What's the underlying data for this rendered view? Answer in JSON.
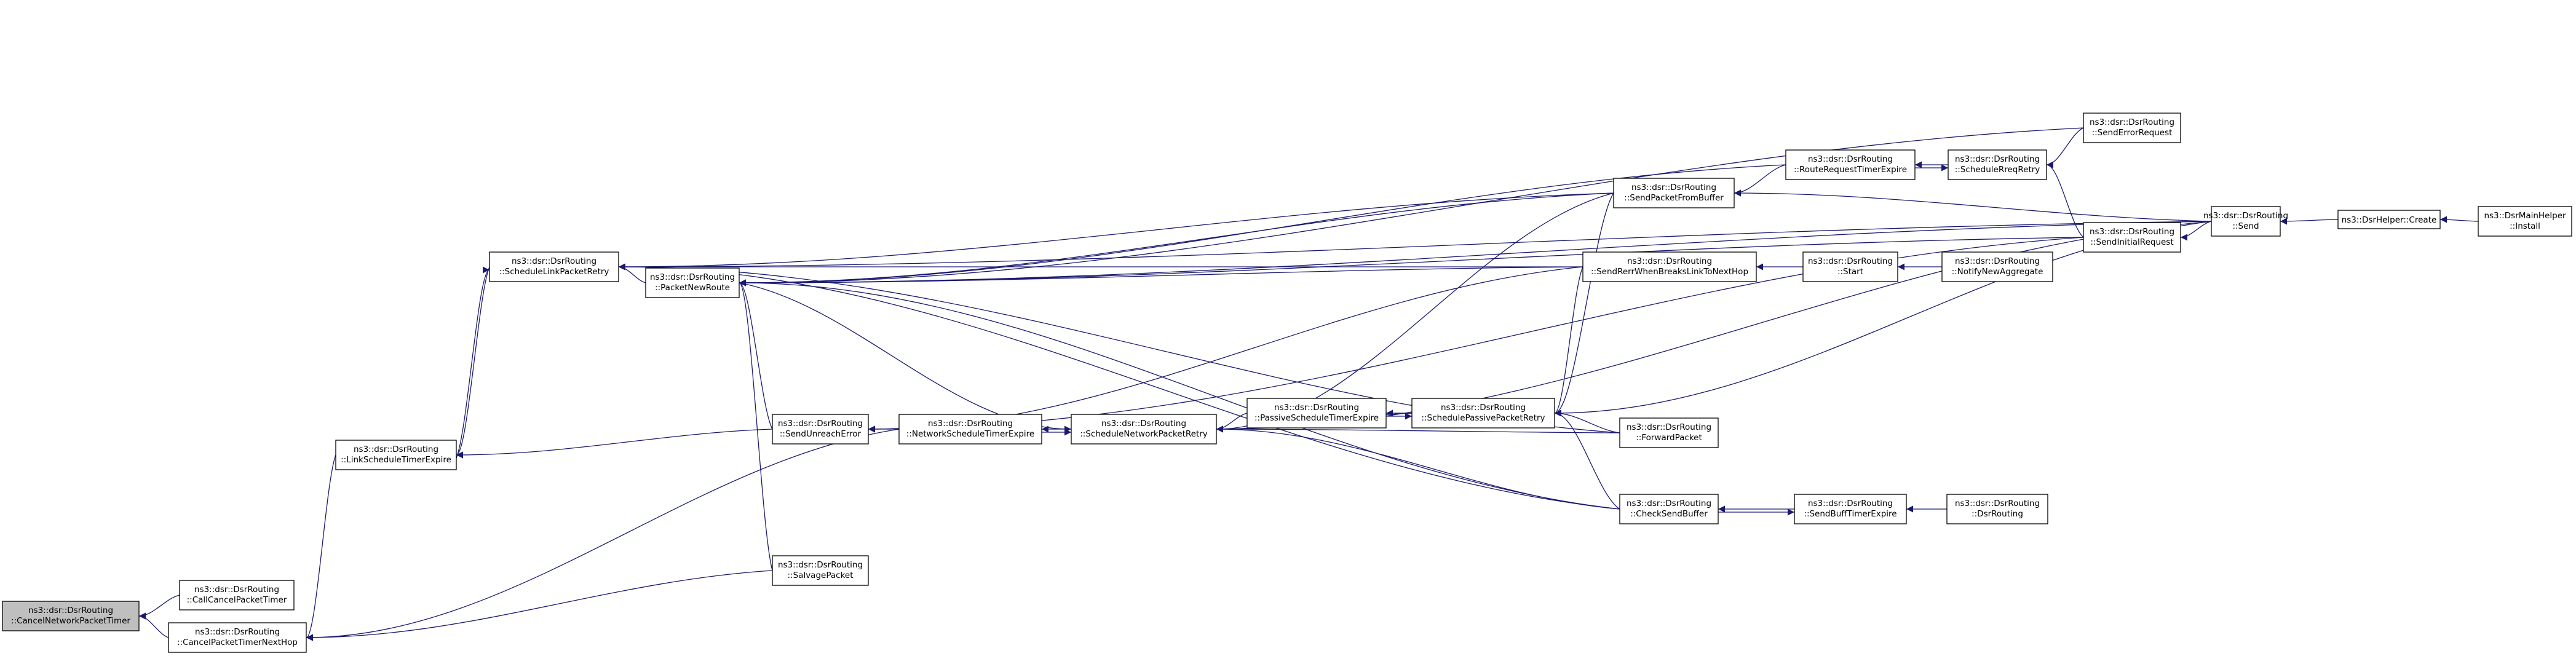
{
  "graph": {
    "colors": {
      "edge": "#191970",
      "root_fill": "#bfbfbf",
      "node_fill": "#ffffff",
      "border": "#000000"
    },
    "nodes": {
      "root": [
        "ns3::dsr::DsrRouting",
        "::CancelNetworkPacketTimer"
      ],
      "ccpt": [
        "ns3::dsr::DsrRouting",
        "::CallCancelPacketTimer"
      ],
      "cptnh": [
        "ns3::dsr::DsrRouting",
        "::CancelPacketTimerNextHop"
      ],
      "lste": [
        "ns3::dsr::DsrRouting",
        "::LinkScheduleTimerExpire"
      ],
      "slpr": [
        "ns3::dsr::DsrRouting",
        "::ScheduleLinkPacketRetry"
      ],
      "pnr": [
        "ns3::dsr::DsrRouting",
        "::PacketNewRoute"
      ],
      "sue": [
        "ns3::dsr::DsrRouting",
        "::SendUnreachError"
      ],
      "sp": [
        "ns3::dsr::DsrRouting",
        "::SalvagePacket"
      ],
      "nste": [
        "ns3::dsr::DsrRouting",
        "::NetworkScheduleTimerExpire"
      ],
      "snpr": [
        "ns3::dsr::DsrRouting",
        "::ScheduleNetworkPacketRetry"
      ],
      "pste": [
        "ns3::dsr::DsrRouting",
        "::PassiveScheduleTimerExpire"
      ],
      "sppr": [
        "ns3::dsr::DsrRouting",
        "::SchedulePassivePacketRetry"
      ],
      "spfb": [
        "ns3::dsr::DsrRouting",
        "::SendPacketFromBuffer"
      ],
      "srwb": [
        "ns3::dsr::DsrRouting",
        "::SendRerrWhenBreaksLinkToNextHop"
      ],
      "fp": [
        "ns3::dsr::DsrRouting",
        "::ForwardPacket"
      ],
      "csb": [
        "ns3::dsr::DsrRouting",
        "::CheckSendBuffer"
      ],
      "rrte": [
        "ns3::dsr::DsrRouting",
        "::RouteRequestTimerExpire"
      ],
      "start": [
        "ns3::dsr::DsrRouting",
        "::Start"
      ],
      "sbte": [
        "ns3::dsr::DsrRouting",
        "::SendBuffTimerExpire"
      ],
      "srr": [
        "ns3::dsr::DsrRouting",
        "::ScheduleRreqRetry"
      ],
      "nna": [
        "ns3::dsr::DsrRouting",
        "::NotifyNewAggregate"
      ],
      "dsrr": [
        "ns3::dsr::DsrRouting",
        "::DsrRouting"
      ],
      "ser": [
        "ns3::dsr::DsrRouting",
        "::SendErrorRequest"
      ],
      "sir": [
        "ns3::dsr::DsrRouting",
        "::SendInitialRequest"
      ],
      "send": [
        "ns3::dsr::DsrRouting",
        "::Send"
      ],
      "dhc": [
        "ns3::DsrHelper::Create"
      ],
      "dmhi": [
        "ns3::DsrMainHelper",
        "::Install"
      ]
    }
  }
}
